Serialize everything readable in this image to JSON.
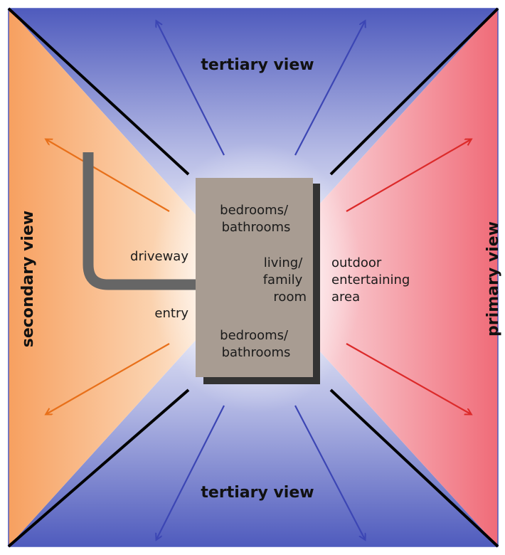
{
  "colors": {
    "top_bottom_outer": "#4f5bbd",
    "top_bottom_inner": "#ffffff",
    "left_outer": "#f7a060",
    "right_outer": "#f06b78",
    "arrow_blue": "#3c46b4",
    "arrow_orange": "#e8701a",
    "arrow_red": "#dc2a2a",
    "house": "#a89c92",
    "house_shadow": "#333333",
    "driveway": "#666666",
    "frame": "#4f5bbd",
    "edge": "#000000"
  },
  "views": {
    "tertiary_top": "tertiary view",
    "tertiary_bottom": "tertiary view",
    "secondary": "secondary view",
    "primary": "primary view"
  },
  "house": {
    "top_rooms": [
      "bedrooms/",
      "bathrooms"
    ],
    "living": [
      "living/",
      "family",
      "room"
    ],
    "bottom_rooms": [
      "bedrooms/",
      "bathrooms"
    ]
  },
  "labels": {
    "driveway": "driveway",
    "entry": "entry",
    "outdoor": [
      "outdoor",
      "entertaining",
      "area"
    ]
  }
}
